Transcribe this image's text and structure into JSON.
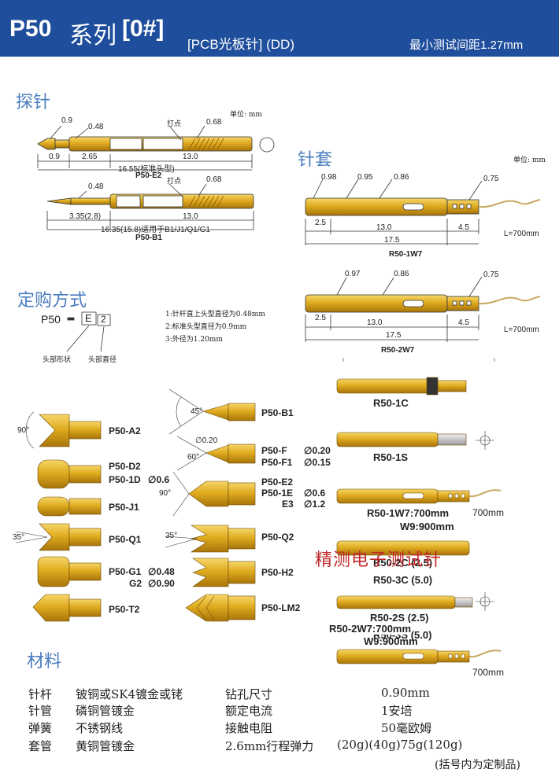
{
  "header": {
    "title": "P50",
    "series": "系列",
    "code": "[0#]",
    "subtitle": "[PCB光板针]  (DD)",
    "pitch": "最小测试间距1.27mm"
  },
  "colors": {
    "header_bg": "#1f4e9c",
    "section": "#4a7cc0",
    "gold": "#d8a21a",
    "watermark": "#c0282a"
  },
  "probe_section": {
    "title": "探针",
    "unit": "单位: mm",
    "e2": {
      "d1": "0.9",
      "d2": "0.48",
      "mark": "打点",
      "d3": "0.68",
      "dim1": "0.9",
      "dim2": "2.65",
      "dim3": "13.0",
      "total": "16.55(标准头型)",
      "name": "P50-E2"
    },
    "b1": {
      "d2": "0.48",
      "mark": "打点",
      "d3": "0.68",
      "dim1": "3.35(2.8)",
      "dim3": "13.0",
      "total": "16.35(15.8)适用于B1/J1/Q1/G1",
      "name": "P50-B1"
    }
  },
  "sleeve_section": {
    "title": "针套",
    "unit": "单位: mm",
    "w7": {
      "d1": "0.98",
      "d2": "0.95",
      "d3": "0.86",
      "d4": "0.75",
      "dim1": "2.5",
      "dim2": "13.0",
      "dim3": "4.5",
      "total": "17.5",
      "wire": "L=700mm",
      "name": "R50-1W7"
    },
    "w72": {
      "d1": "0.97",
      "d2": "0.86",
      "d4": "0.75",
      "dim1": "2.5",
      "dim2": "13.0",
      "dim3": "4.5",
      "total": "17.5",
      "wire": "L=700mm",
      "name": "R50-2W7"
    }
  },
  "order_section": {
    "title": "定购方式",
    "code": "P50",
    "box1": "E",
    "box2": "2",
    "note1": "1:针杆直上头型直径为0.48mm",
    "note2": "2:标准头型直径为0.9mm",
    "note3": "3:外径为1.20mm",
    "cap1": "头部形状",
    "cap2": "头部直径"
  },
  "heads_left": [
    {
      "name": "P50-A2",
      "angle": "90°"
    },
    {
      "name": "P50-D2"
    },
    {
      "name": "P50-1D",
      "extra": "∅0.6"
    },
    {
      "name": "P50-J1"
    },
    {
      "name": "P50-Q1",
      "angle": "35°"
    },
    {
      "name": "P50-G1",
      "extra": "∅0.48"
    },
    {
      "name": "G2",
      "extra": "∅0.90"
    },
    {
      "name": "P50-T2"
    }
  ],
  "heads_mid": [
    {
      "name": "P50-B1",
      "angle": "45°"
    },
    {
      "name": "P50-F",
      "extra": "∅0.20",
      "angle": "60°",
      "top": "∅0.20"
    },
    {
      "name": "P50-F1",
      "extra": "∅0.15"
    },
    {
      "name": "P50-E2",
      "angle": "90°"
    },
    {
      "name": "P50-1E",
      "extra": "∅0.6"
    },
    {
      "name": "E3",
      "extra": "∅1.2"
    },
    {
      "name": "P50-Q2",
      "angle": "35°"
    },
    {
      "name": "P50-H2"
    },
    {
      "name": "P50-LM2"
    }
  ],
  "sleeves": [
    {
      "name": "R50-1C"
    },
    {
      "name": "R50-1S"
    },
    {
      "name": "R50-1W7:700mm",
      "name2": "W9:900mm",
      "wire": "700mm"
    },
    {
      "name": "R50-2C (2.5)",
      "name2": "R50-3C (5.0)"
    },
    {
      "name": "R50-2S (2.5)",
      "name2": "R50-3S (5.0)"
    },
    {
      "name": "R50-2W7:700mm",
      "name2": "W9:900mm",
      "wire": "700mm"
    }
  ],
  "watermark": "精测电子测试针",
  "materials": {
    "title": "材料",
    "rows": [
      {
        "k1": "针杆",
        "v1": "铍铜或SK4镀金或铑",
        "k2": "钻孔尺寸",
        "v2": "0.90mm"
      },
      {
        "k1": "针管",
        "v1": "磷铜管镀金",
        "k2": "额定电流",
        "v2": "1安培"
      },
      {
        "k1": "弹簧",
        "v1": "不锈钢线",
        "k2": "接触电阻",
        "v2": "50毫欧姆"
      },
      {
        "k1": "套管",
        "v1": "黄铜管镀金",
        "k2": "2.6mm行程弹力",
        "v2": "(20g)(40g)75g(120g)"
      }
    ],
    "note": "(括号内为定制品)"
  }
}
